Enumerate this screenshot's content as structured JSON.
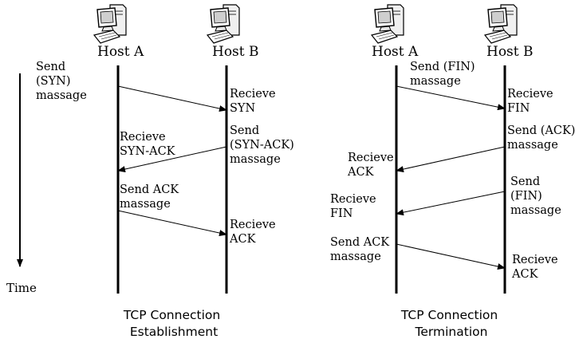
{
  "time_label": "Time",
  "establishment": {
    "host_a": "Host A",
    "host_b": "Host B",
    "caption": [
      "TCP Connection",
      "Establishment"
    ],
    "notes": {
      "a_send_syn": [
        "Send",
        "(SYN)",
        "massage"
      ],
      "b_recv_syn": [
        "Recieve",
        "SYN"
      ],
      "b_send_synack": [
        "Send",
        "(SYN-ACK)",
        "massage"
      ],
      "a_recv_synack": [
        "Recieve",
        "SYN-ACK"
      ],
      "a_send_ack": [
        "Send ACK",
        "massage"
      ],
      "b_recv_ack": [
        "Recieve",
        "ACK"
      ]
    }
  },
  "termination": {
    "host_a": "Host A",
    "host_b": "Host B",
    "caption": [
      "TCP Connection",
      "Termination"
    ],
    "notes": {
      "a_send_fin": [
        "Send (FIN)",
        "massage"
      ],
      "b_recv_fin": [
        "Recieve",
        "FIN"
      ],
      "b_send_ack": [
        "Send (ACK)",
        "massage"
      ],
      "a_recv_ack": [
        "Recieve",
        "ACK"
      ],
      "b_send_fin": [
        "Send",
        "(FIN)",
        "massage"
      ],
      "a_recv_fin": [
        "Recieve",
        "FIN"
      ],
      "a_send_ack": [
        "Send ACK",
        "massage"
      ],
      "b_recv_ack": [
        "Recieve",
        "ACK"
      ]
    }
  },
  "icons": [
    "computer-icon"
  ]
}
